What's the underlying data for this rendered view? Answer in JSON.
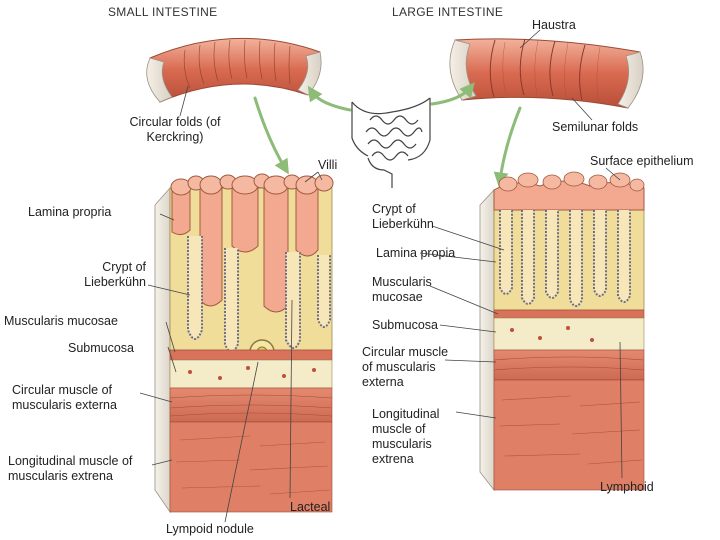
{
  "titles": {
    "small": "SMALL INTESTINE",
    "large": "LARGE INTESTINE"
  },
  "small": {
    "circular_folds": "Circular folds (of Kerckring)",
    "villi": "Villi",
    "lamina_propria": "Lamina propria",
    "crypt": "Crypt of Lieberkühn",
    "muscularis_mucosae": "Muscularis mucosae",
    "submucosa": "Submucosa",
    "circular_muscle": "Circular muscle of muscularis externa",
    "longitudinal_muscle": "Longitudinal muscle of muscularis extrena",
    "lymphoid_nodule": "Lympoid nodule",
    "lacteal": "Lacteal"
  },
  "large": {
    "haustra": "Haustra",
    "semilunar_folds": "Semilunar folds",
    "surface_epithelium": "Surface epithelium",
    "crypt": "Crypt of Lieberkühn",
    "lamina_propria": "Lamina propia",
    "muscularis_mucosae": "Muscularis mucosae",
    "submucosa": "Submucosa",
    "circular_muscle": "Circular muscle of muscularis externa",
    "longitudinal_muscle": "Longitudinal muscle of muscularis extrena",
    "lymphoid": "Lymphoid"
  },
  "colors": {
    "muscle": "#d9725a",
    "muscle_dark": "#b9503c",
    "muscle_light": "#eea48a",
    "mucosa": "#f1dd9a",
    "submucosa": "#f4ecc8",
    "villus": "#f3a98f",
    "villus_edge": "#a05a40",
    "crypt_fill": "#f7e6b8",
    "crypt_edge": "#6d6f8a",
    "arrow": "#8dbb78",
    "leader": "#444444",
    "side": "#ece8e0"
  }
}
